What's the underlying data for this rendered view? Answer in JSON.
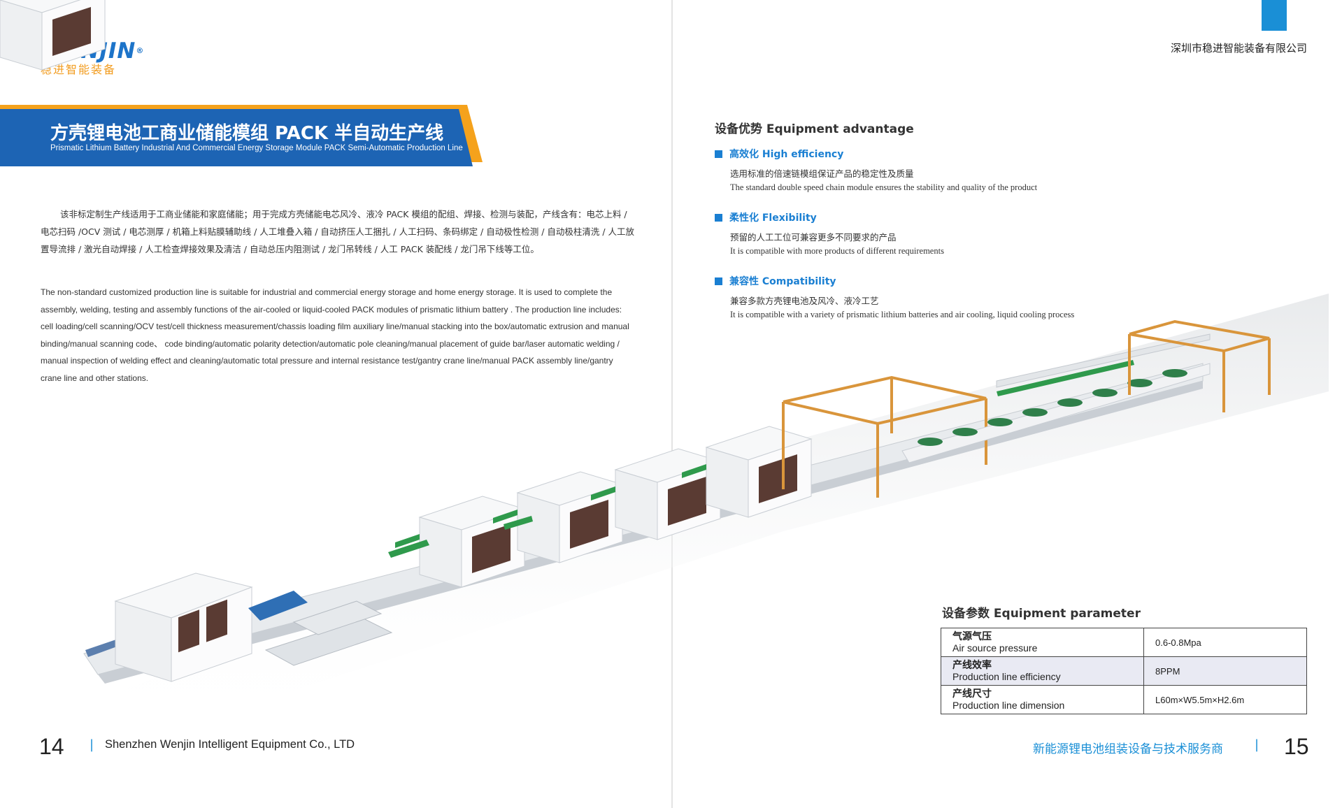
{
  "left_page": {
    "logo": {
      "wordmark": "WENJIN",
      "registered": "®",
      "chinese": "稳进智能装备"
    },
    "title": {
      "chinese": "方壳锂电池工商业储能模组 PACK 半自动生产线",
      "english": "Prismatic Lithium Battery Industrial And Commercial Energy Storage Module PACK Semi-Automatic Production Line"
    },
    "description_cn": "该非标定制生产线适用于工商业储能和家庭储能；用于完成方壳储能电芯风冷、液冷 PACK 模组的配组、焊接、检测与装配，产线含有：电芯上料 / 电芯扫码 /OCV 测试 / 电芯测厚 / 机箱上料贴膜辅助线 / 人工堆叠入箱 / 自动挤压人工捆扎 / 人工扫码、条码绑定 / 自动极性检测 / 自动极柱清洗 / 人工放置导流排 / 激光自动焊接 / 人工检查焊接效果及清洁 / 自动总压内阻测试 / 龙门吊转线 / 人工 PACK 装配线 / 龙门吊下线等工位。",
    "description_en": "The non-standard customized production line is suitable for industrial and commercial energy storage and home energy storage. It is used to complete the assembly, welding, testing and assembly functions of the air-cooled or liquid-cooled PACK modules of prismatic lithium battery . The production line includes: cell loading/cell scanning/OCV test/cell thickness measurement/chassis loading film auxiliary line/manual stacking into the box/automatic extrusion and manual binding/manual scanning code、 code binding/automatic polarity detection/automatic pole cleaning/manual placement of guide bar/laser automatic welding / manual inspection of welding effect and cleaning/automatic total pressure and internal resistance test/gantry crane line/manual PACK assembly line/gantry crane line and other stations.",
    "page_number": "14",
    "footer_separator": "|",
    "footer_company": "Shenzhen Wenjin Intelligent Equipment Co., LTD"
  },
  "right_page": {
    "company_cn": "深圳市稳进智能装备有限公司",
    "advantage_heading": "设备优势 Equipment advantage",
    "advantages": [
      {
        "title": "高效化 High efficiency",
        "cn": "选用标准的倍速链模组保证产品的稳定性及质量",
        "en": "The standard double speed chain module ensures the stability and quality of the product"
      },
      {
        "title": "柔性化 Flexibility",
        "cn": "预留的人工工位可兼容更多不同要求的产品",
        "en": "It is compatible with more products of different requirements"
      },
      {
        "title": "兼容性 Compatibility",
        "cn": "兼容多款方壳锂电池及风冷、液冷工艺",
        "en": "It is compatible with a variety of prismatic lithium batteries and air cooling, liquid cooling process"
      }
    ],
    "parameter_heading": "设备参数 Equipment parameter",
    "parameters": [
      {
        "name_cn": "气源气压",
        "name_en": "Air source pressure",
        "value": "0.6-0.8Mpa"
      },
      {
        "name_cn": "产线效率",
        "name_en": "Production line efficiency",
        "value": "8PPM"
      },
      {
        "name_cn": "产线尺寸",
        "name_en": "Production line dimension",
        "value": "L60m×W5.5m×H2.6m"
      }
    ],
    "footer_slogan": "新能源锂电池组装设备与技术服务商",
    "footer_separator": "|",
    "page_number": "15"
  },
  "colors": {
    "brand_blue": "#1a7fd2",
    "accent_orange": "#f29c1f",
    "banner_blue": "#1d64b4",
    "frame_orange": "#d9953b"
  }
}
